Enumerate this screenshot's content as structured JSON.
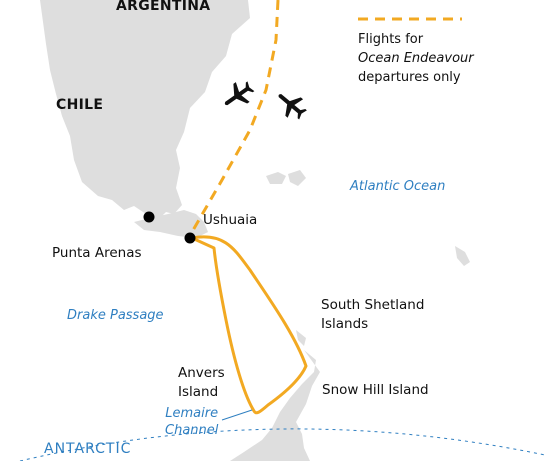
{
  "labels": {
    "argentina": "ARGENTINA",
    "chile": "CHILE",
    "antarctic": "ANTARCTIC",
    "ushuaia": "Ushuaia",
    "punta_arenas": "Punta Arenas",
    "atlantic": "Atlantic Ocean",
    "drake": "Drake Passage",
    "south_shetland_1": "South Shetland",
    "south_shetland_2": "Islands",
    "anvers_1": "Anvers",
    "anvers_2": "Island",
    "snow_hill": "Snow Hill Island",
    "lemaire_1": "Lemaire",
    "lemaire_2": "Channel"
  },
  "legend": {
    "line1": "Flights for",
    "line2": "Ocean Endeavour",
    "line3": "departures only"
  },
  "colors": {
    "land": "#dedede",
    "route": "#f2a922",
    "water_text": "#2f7fc1",
    "marker": "#000000"
  },
  "icons": [
    "airplane-icon",
    "airplane-icon"
  ]
}
